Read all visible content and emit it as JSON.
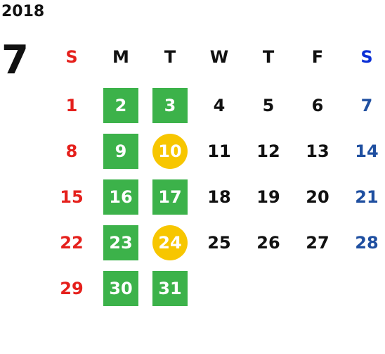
{
  "calendar": {
    "year": "2018",
    "month": "7",
    "weekdays": [
      {
        "label": "S",
        "color": "#e5201c"
      },
      {
        "label": "M",
        "color": "#111111"
      },
      {
        "label": "T",
        "color": "#111111"
      },
      {
        "label": "W",
        "color": "#111111"
      },
      {
        "label": "T",
        "color": "#111111"
      },
      {
        "label": "F",
        "color": "#111111"
      },
      {
        "label": "S",
        "color": "#0a2fd6"
      }
    ],
    "first_weekday": 0,
    "colors": {
      "sunday": "#e5201c",
      "saturday": "#1f4fa0",
      "weekday": "#111111",
      "green_highlight": "#3cb24a",
      "yellow_highlight": "#f7c600",
      "highlight_text": "#ffffff"
    },
    "days": [
      {
        "day": "1",
        "highlight": ""
      },
      {
        "day": "2",
        "highlight": "green"
      },
      {
        "day": "3",
        "highlight": "green"
      },
      {
        "day": "4",
        "highlight": ""
      },
      {
        "day": "5",
        "highlight": ""
      },
      {
        "day": "6",
        "highlight": ""
      },
      {
        "day": "7",
        "highlight": ""
      },
      {
        "day": "8",
        "highlight": ""
      },
      {
        "day": "9",
        "highlight": "green"
      },
      {
        "day": "10",
        "highlight": "yellow"
      },
      {
        "day": "11",
        "highlight": ""
      },
      {
        "day": "12",
        "highlight": ""
      },
      {
        "day": "13",
        "highlight": ""
      },
      {
        "day": "14",
        "highlight": ""
      },
      {
        "day": "15",
        "highlight": ""
      },
      {
        "day": "16",
        "highlight": "green"
      },
      {
        "day": "17",
        "highlight": "green"
      },
      {
        "day": "18",
        "highlight": ""
      },
      {
        "day": "19",
        "highlight": ""
      },
      {
        "day": "20",
        "highlight": ""
      },
      {
        "day": "21",
        "highlight": ""
      },
      {
        "day": "22",
        "highlight": ""
      },
      {
        "day": "23",
        "highlight": "green"
      },
      {
        "day": "24",
        "highlight": "yellow"
      },
      {
        "day": "25",
        "highlight": ""
      },
      {
        "day": "26",
        "highlight": ""
      },
      {
        "day": "27",
        "highlight": ""
      },
      {
        "day": "28",
        "highlight": ""
      },
      {
        "day": "29",
        "highlight": ""
      },
      {
        "day": "30",
        "highlight": "green"
      },
      {
        "day": "31",
        "highlight": "green"
      }
    ]
  }
}
